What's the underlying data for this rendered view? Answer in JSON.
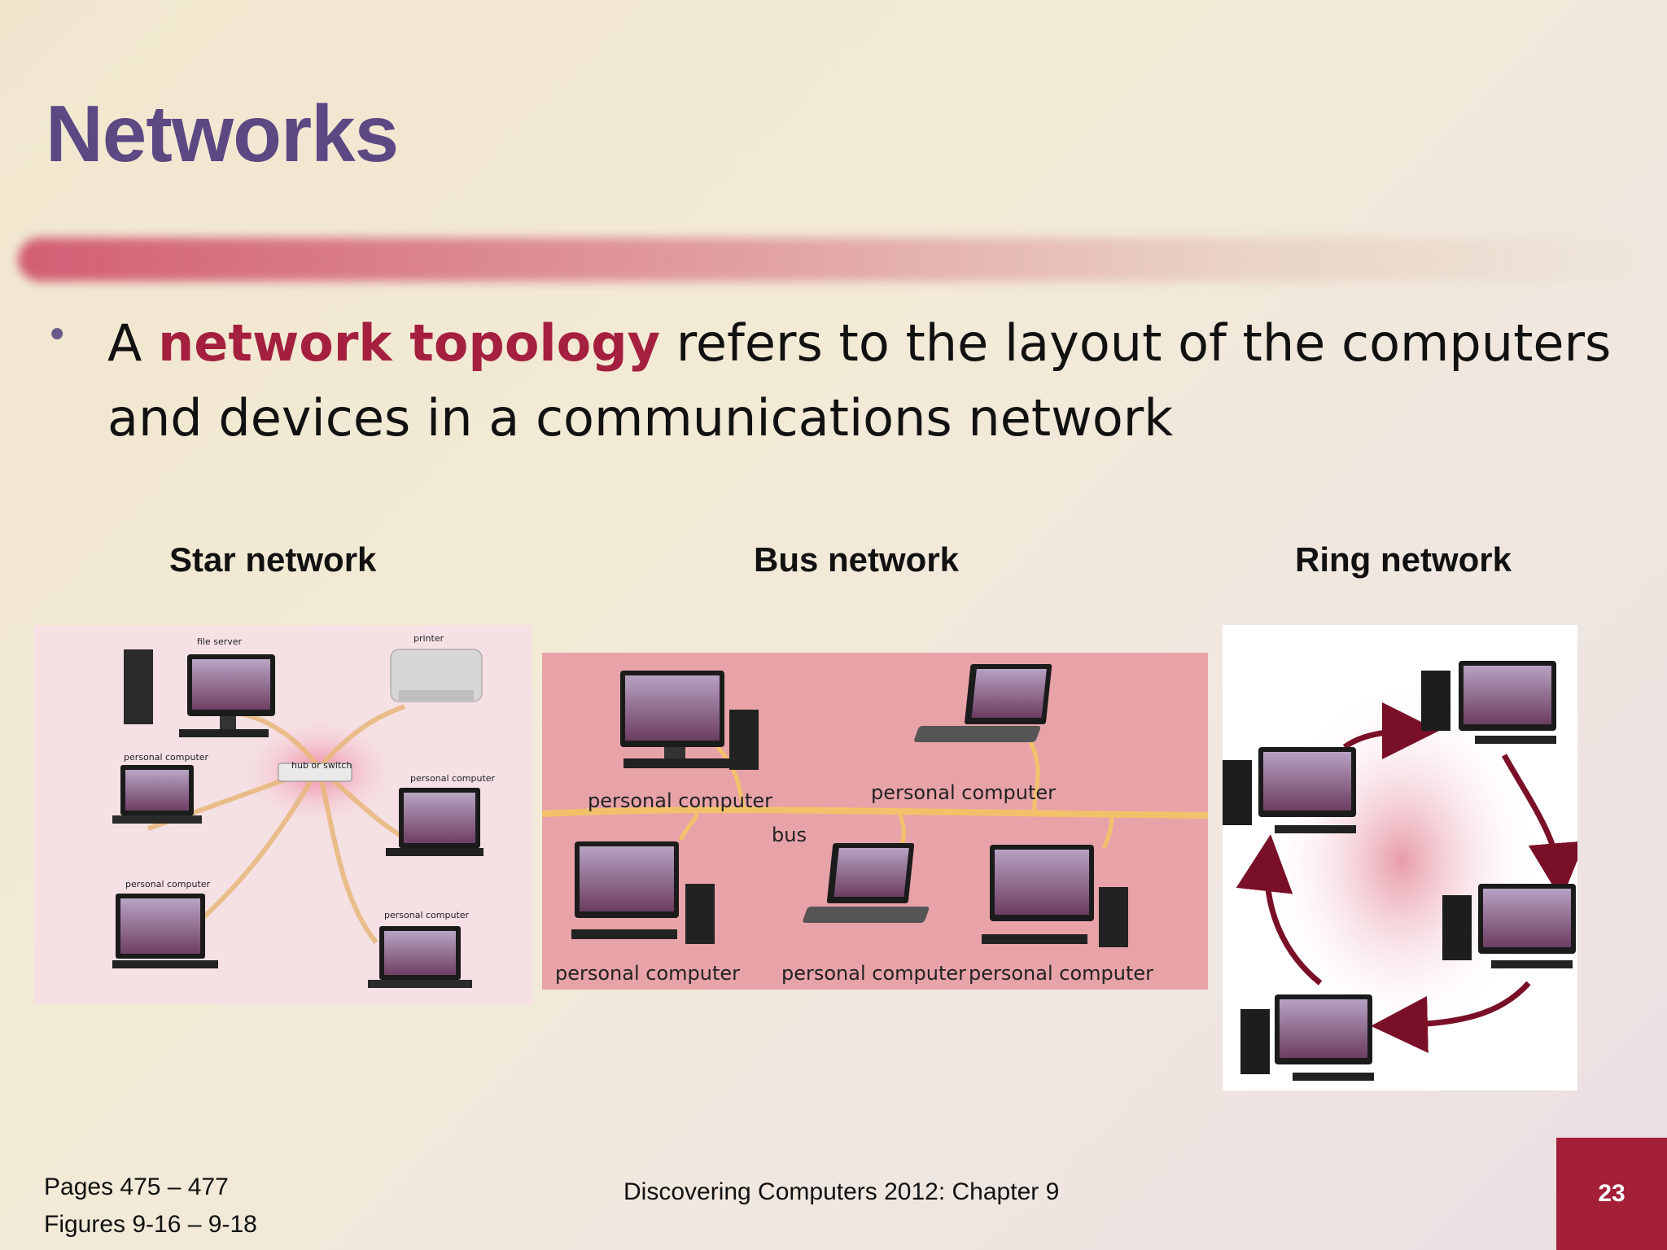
{
  "slide": {
    "title": "Networks",
    "bullet": {
      "prefix": "A ",
      "keyword": "network topology",
      "suffix": " refers to the layout of the computers and devices in a communications network"
    },
    "figures": [
      {
        "label": "Star network",
        "captions": [
          "file server",
          "printer",
          "hub or switch",
          "personal computer",
          "personal computer",
          "personal computer",
          "personal computer"
        ]
      },
      {
        "label": "Bus network",
        "captions": [
          "personal computer",
          "personal computer",
          "bus",
          "personal computer",
          "personal computer",
          "personal computer"
        ]
      },
      {
        "label": "Ring network",
        "captions": []
      }
    ],
    "footer": {
      "pages": "Pages 475 – 477",
      "figures": "Figures 9-16 – 9-18",
      "center": "Discovering Computers 2012: Chapter 9",
      "page_number": "23"
    },
    "colors": {
      "title": "#5d4884",
      "keyword": "#a4203e",
      "page_badge": "#a41f38",
      "bus_panel": "#e8a3a8"
    }
  }
}
